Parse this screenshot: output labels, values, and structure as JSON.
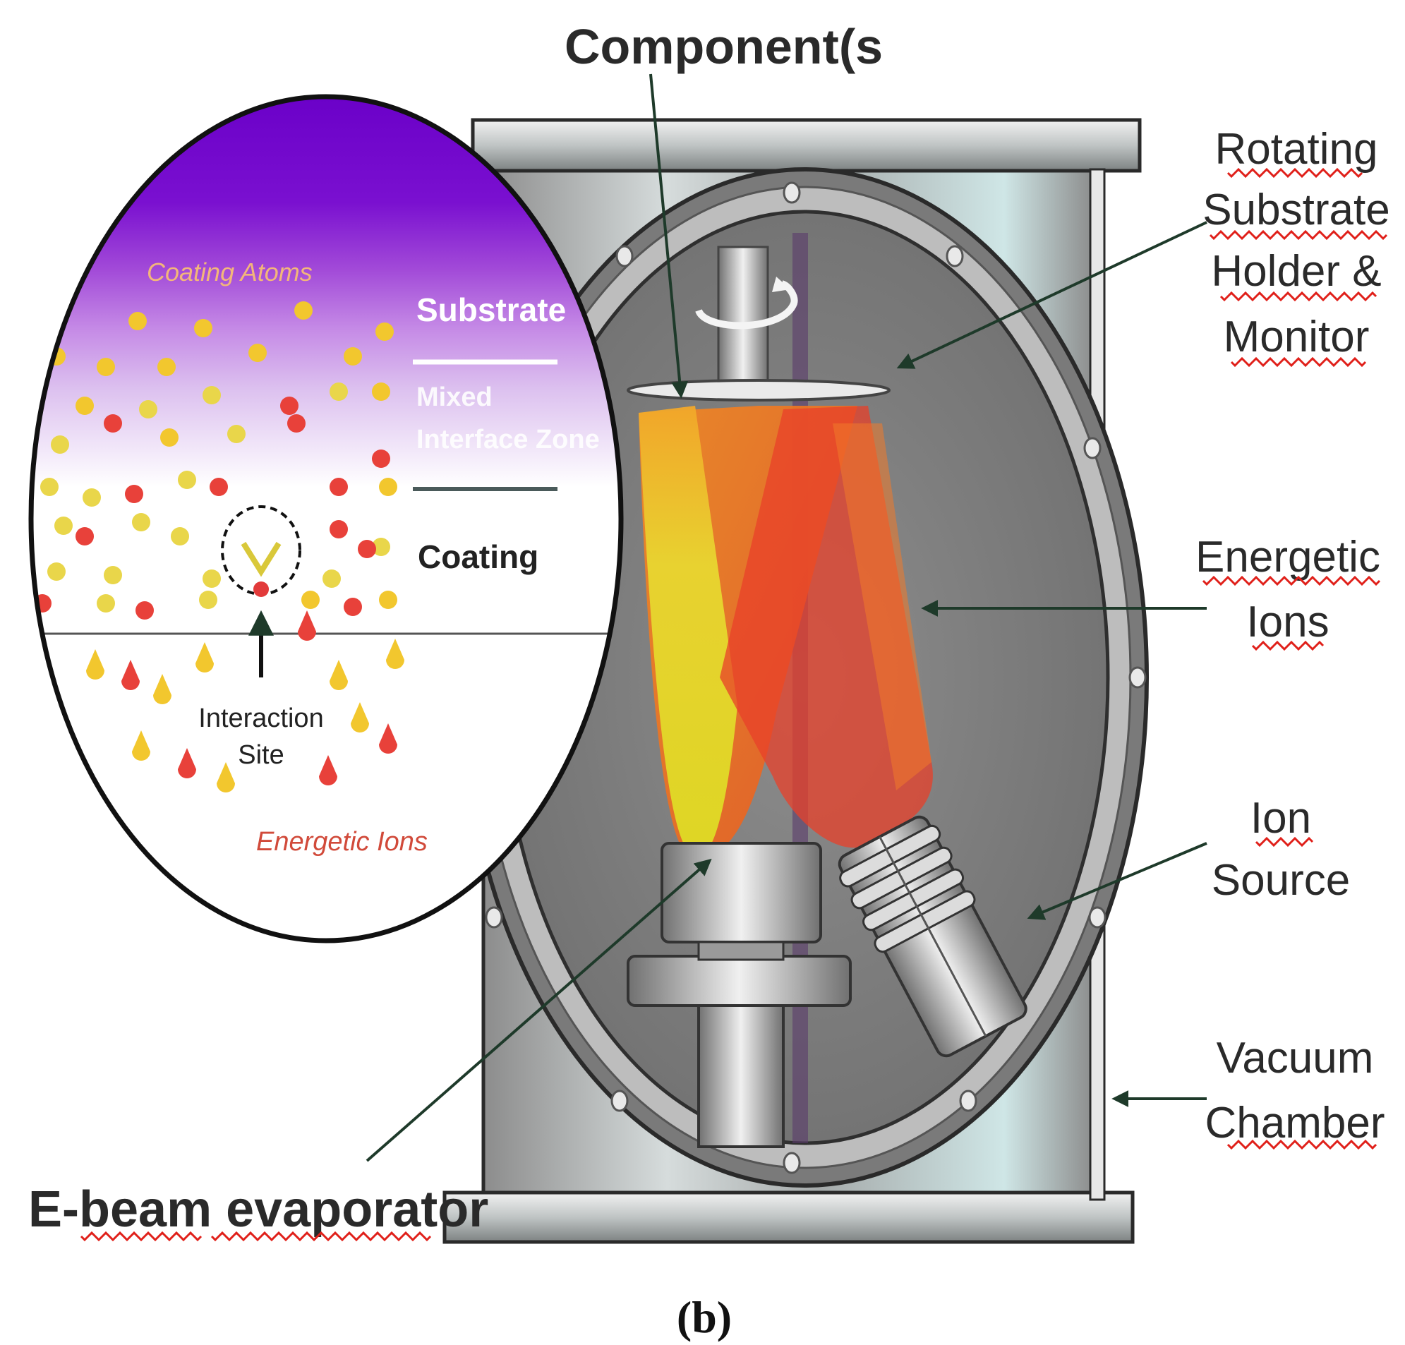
{
  "top_label": "Component(s",
  "right_labels": {
    "holder": [
      "Rotating",
      "Substrate",
      "Holder &",
      "Monitor"
    ],
    "ions": [
      "Energetic",
      "Ions"
    ],
    "source": [
      "Ion",
      "Source"
    ],
    "chamber": [
      "Vacuum",
      "Chamber"
    ]
  },
  "bottom_label": "E-beam evaporator",
  "inset": {
    "coating_atoms": "Coating Atoms",
    "substrate": "Substrate",
    "mixed": [
      "Mixed",
      "Interface Zone"
    ],
    "coating": "Coating",
    "interaction": [
      "Interaction",
      "Site"
    ],
    "energetic_ions": "Energetic Ions"
  },
  "caption": "(b)",
  "colors": {
    "substrate_purple": "#6a00c8",
    "plume_yellow": "#e6dc2a",
    "plume_orange": "#f07a1e",
    "ion_red": "#e23a2a",
    "chamber_gray": "#9a9a9a",
    "spellcheck_red": "#e0201a"
  }
}
